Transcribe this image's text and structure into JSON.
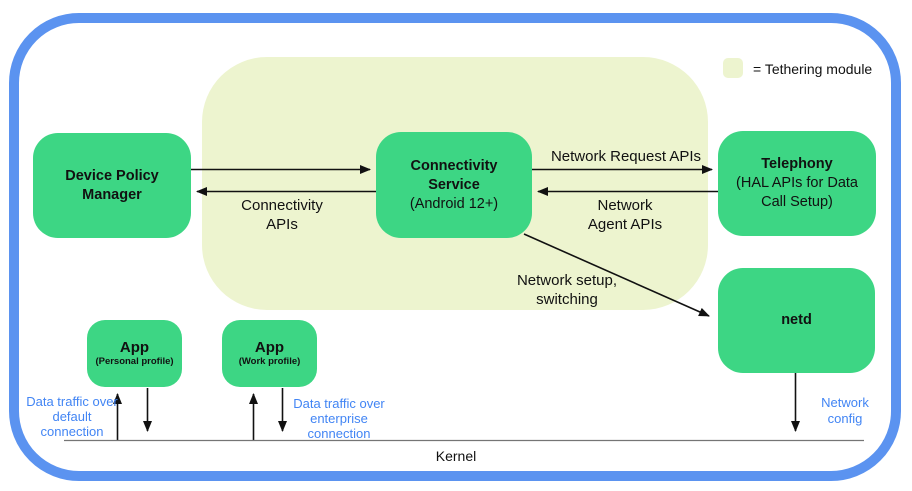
{
  "diagram": {
    "legend": {
      "label": "= Tethering module"
    },
    "nodes": {
      "dpm": {
        "line1": "Device Policy",
        "line2": "Manager"
      },
      "connectivity": {
        "line1": "Connectivity",
        "line2": "Service",
        "line3": "(Android 12+)"
      },
      "telephony": {
        "line1": "Telephony",
        "line2": "(HAL APIs for Data",
        "line3": "Call Setup)"
      },
      "netd": {
        "label": "netd"
      },
      "app_personal": {
        "title": "App",
        "subtitle": "(Personal profile)"
      },
      "app_work": {
        "title": "App",
        "subtitle": "(Work profile)"
      }
    },
    "edge_labels": {
      "connectivity_apis": {
        "line1": "Connectivity",
        "line2": "APIs"
      },
      "network_request_apis": {
        "label": "Network Request APIs"
      },
      "network_agent_apis": {
        "line1": "Network",
        "line2": "Agent APIs"
      },
      "network_setup": {
        "line1": "Network setup,",
        "line2": "switching"
      },
      "data_traffic_default": {
        "line1": "Data traffic over",
        "line2": "default connection"
      },
      "data_traffic_enterprise": {
        "line1": "Data traffic over",
        "line2": "enterprise connection"
      },
      "network_config": {
        "line1": "Network",
        "line2": "config"
      }
    },
    "kernel_label": "Kernel",
    "colors": {
      "node_green": "#3dd684",
      "tethering_module_bg": "#edf4cf",
      "outer_border_blue": "#5b93f0",
      "blue_label_text": "#4285f4",
      "kernel_line_gray": "#757575",
      "arrow_black": "#111111"
    }
  }
}
